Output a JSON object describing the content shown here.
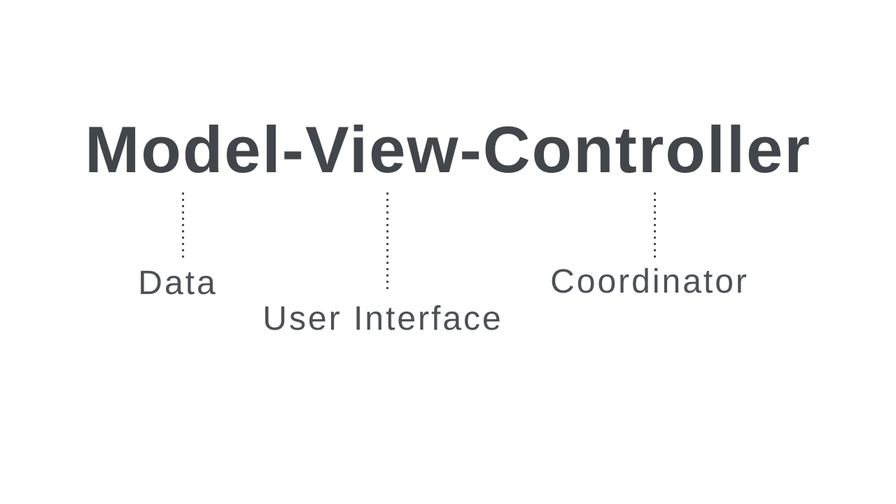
{
  "page": {
    "background_color": "#ffffff",
    "title_color": "#42464b",
    "label_color": "#4d5156",
    "connector_color": "#4a4d52",
    "connector_style": "dotted-vertical-line"
  },
  "diagram": {
    "title": "Model-View-Controller",
    "mappings": [
      {
        "term": "Model",
        "meaning": "Data"
      },
      {
        "term": "View",
        "meaning": "User Interface"
      },
      {
        "term": "Controller",
        "meaning": "Coordinator"
      }
    ]
  }
}
